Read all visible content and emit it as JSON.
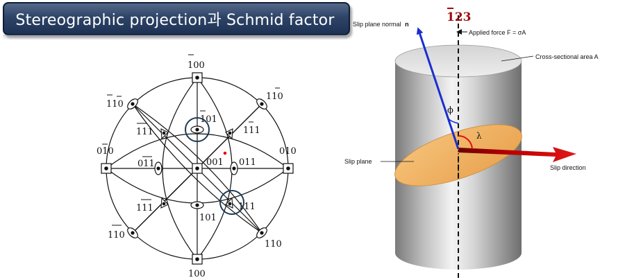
{
  "banner": {
    "title": "Stereographic projection과 Schmid factor"
  },
  "stereogram": {
    "labels": {
      "top_pole": "100",
      "bottom_pole": "100",
      "left_pole": "010",
      "right_pole": "010",
      "center_pole": "001",
      "upper_left": "110",
      "upper_right": "110",
      "lower_left": "110",
      "lower_right": "110",
      "tri_upper_left": "111",
      "tri_upper_right": "111",
      "tri_lower_left": "111",
      "tri_lower_right": "111",
      "oval_upper": "101",
      "oval_lower": "101",
      "oval_left": "011",
      "oval_right": "011"
    },
    "marker_color": "#e01010",
    "circle_color": "#1f3a55"
  },
  "schmid": {
    "direction_label": "123",
    "normal_label": "Slip plane normal",
    "normal_symbol": "n",
    "force_label": "Applied force F = σA",
    "area_label": "Cross-sectional area A",
    "plane_label": "Slip plane",
    "slipdir_label": "Slip direction",
    "phi": "ϕ",
    "lambda": "λ",
    "colors": {
      "normal_arrow": "#1a2fd0",
      "slip_arrow": "#b80000",
      "plane_fill": "#f1b466",
      "angle_arc": "#dd1111"
    }
  }
}
